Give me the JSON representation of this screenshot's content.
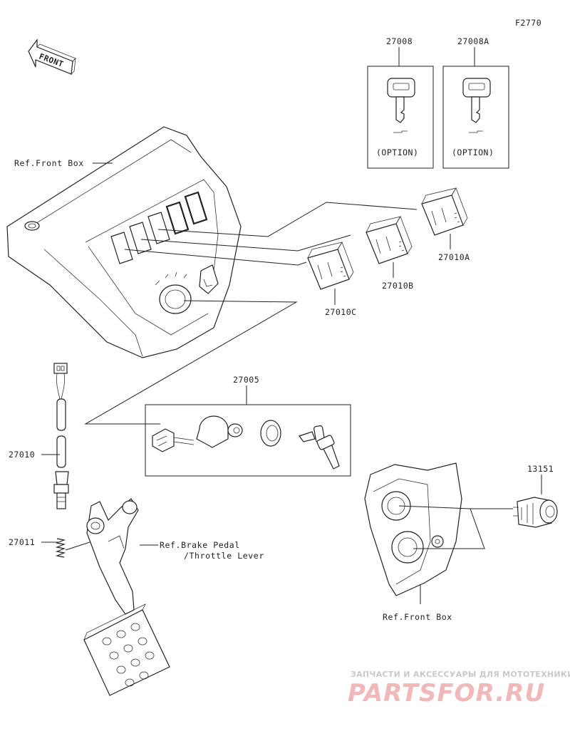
{
  "diagram_id": "F2770",
  "front_label": "FRONT",
  "parts": {
    "p27008": "27008",
    "p27008a": "27008A",
    "p27010a": "27010A",
    "p27010b": "27010B",
    "p27010c": "27010C",
    "p27005": "27005",
    "p27010": "27010",
    "p27011": "27011",
    "p13151": "13151"
  },
  "option_label": "(OPTION)",
  "refs": {
    "front_box_top": "Ref.Front Box",
    "brake_pedal_line1": "Ref.Brake Pedal",
    "brake_pedal_line2": "/Throttle Lever",
    "front_box_bottom": "Ref.Front Box"
  },
  "watermark": {
    "line1": "ЗАПЧАСТИ И АКСЕССУАРЫ ДЛЯ МОТОТЕХНИКИ",
    "line2": "PARTSFOR.RU"
  },
  "colors": {
    "ink": "#222222",
    "watermark_gray": "#c9c9c9",
    "watermark_red": "#f0b8b8"
  }
}
